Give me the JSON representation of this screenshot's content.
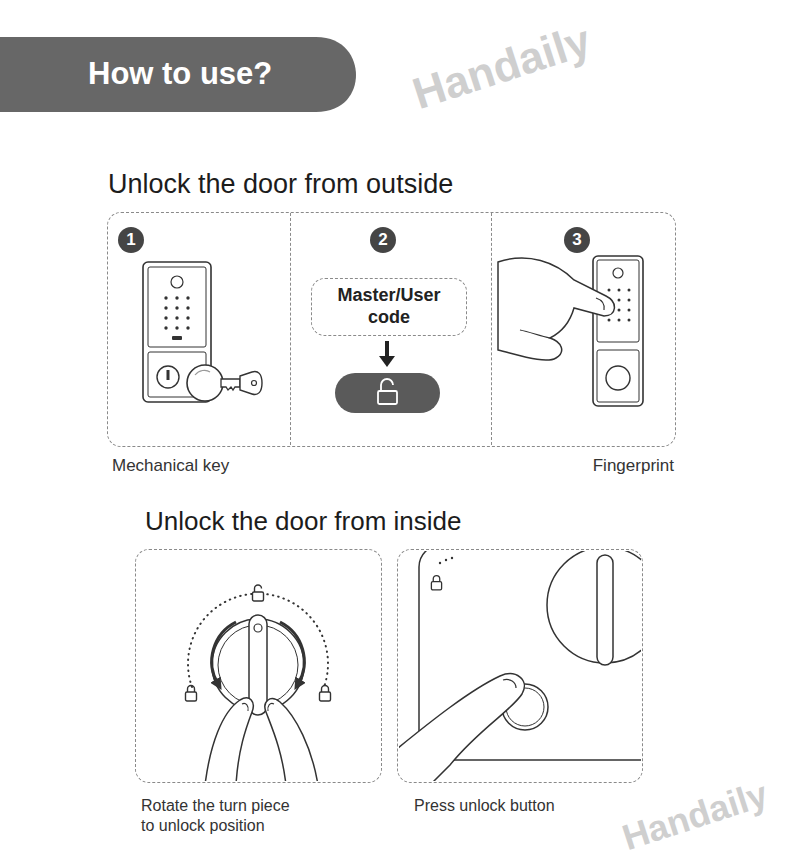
{
  "diagram": {
    "title": "How to use?",
    "nodes": [
      {
        "text": [
          "Unlock the door from outside"
        ]
      },
      {
        "text": [
          "1",
          "Mechanical key"
        ],
        "in": 0
      },
      {
        "text": [
          "2"
        ],
        "in": 0
      },
      {
        "text": [
          "Master/User code"
        ],
        "in": 2
      },
      {
        "text": [
          "3",
          "Fingerprint"
        ],
        "in": 0
      },
      {
        "text": [
          "Rotate the turn piece to unlock position"
        ]
      },
      {
        "text": [
          "Press unlock button"
        ]
      }
    ],
    "labels": [
      "Unlock the door from inside",
      "Handaily",
      "Handaily"
    ]
  }
}
